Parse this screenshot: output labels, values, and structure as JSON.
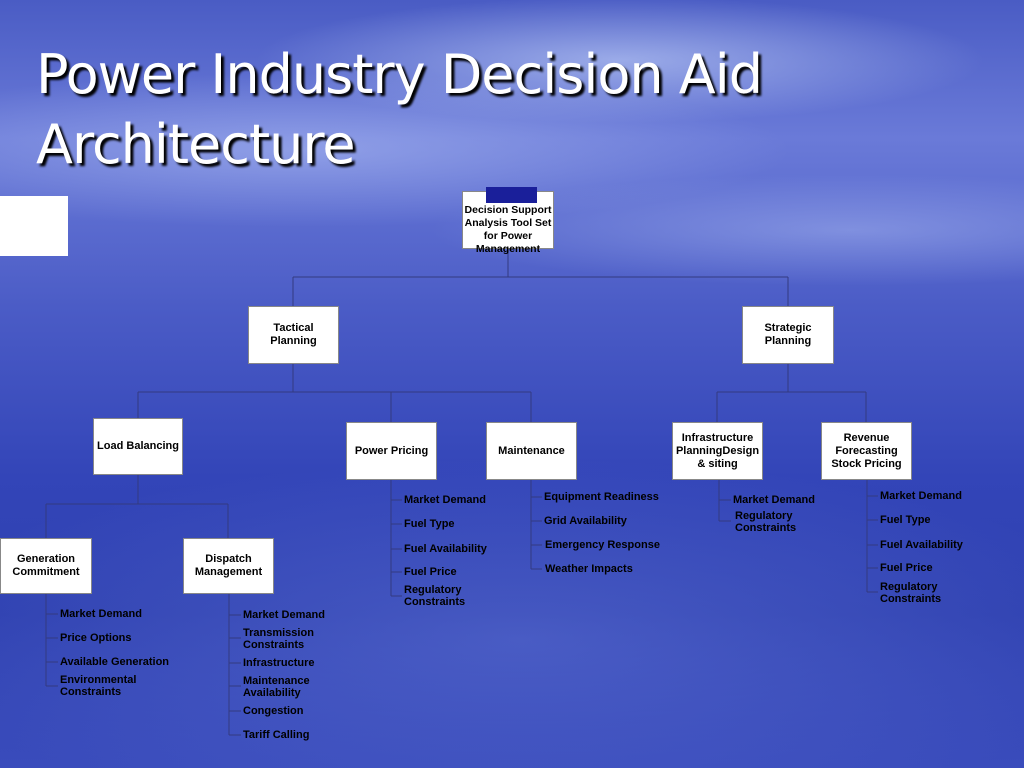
{
  "slide": {
    "title": "Power Industry Decision Aid\nArchitecture"
  },
  "nodes": {
    "root": "Decision Support\nAnalysis Tool Set\nfor Power\nManagement",
    "tactical": "Tactical Planning",
    "strategic": "Strategic\nPlanning",
    "load_balancing": "Load Balancing",
    "power_pricing": "Power Pricing",
    "maintenance": "Maintenance",
    "infrastructure": "Infrastructure\nPlanningDesign\n& siting",
    "revenue": "Revenue\nForecasting\nStock Pricing",
    "generation": "Generation\nCommitment",
    "dispatch": "Dispatch\nManagement"
  },
  "leaves": {
    "generation": [
      "Market Demand",
      "Price Options",
      "Available Generation",
      "Environmental\nConstraints"
    ],
    "dispatch": [
      "Market Demand",
      "Transmission\nConstraints",
      "Infrastructure",
      "Maintenance\nAvailability",
      "Congestion",
      "Tariff Calling"
    ],
    "power_pricing": [
      "Market Demand",
      "Fuel Type",
      "Fuel Availability",
      "Fuel Price",
      "Regulatory\nConstraints"
    ],
    "maintenance": [
      "Equipment Readiness",
      "Grid Availability",
      "Emergency Response",
      "Weather Impacts"
    ],
    "infrastructure": [
      "Market Demand",
      "Regulatory\nConstraints"
    ],
    "revenue": [
      "Market Demand",
      "Fuel Type",
      "Fuel Availability",
      "Fuel Price",
      "Regulatory\nConstraints"
    ]
  }
}
